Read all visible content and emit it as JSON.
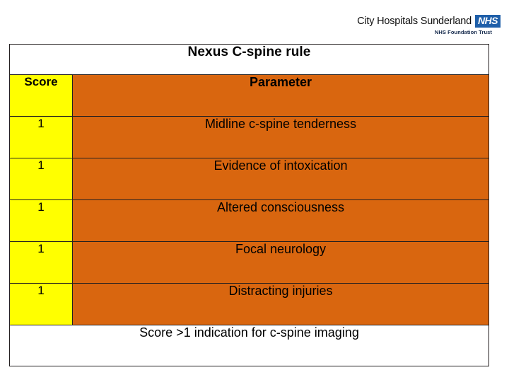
{
  "logo": {
    "trust_name": "City Hospitals Sunderland",
    "nhs_mark": "NHS",
    "subtitle": "NHS Foundation Trust",
    "nhs_blue": "#1f5fa9"
  },
  "table": {
    "title": "Nexus C-spine rule",
    "columns": [
      "Score",
      "Parameter"
    ],
    "rows": [
      {
        "score": "1",
        "parameter": "Midline c-spine tenderness"
      },
      {
        "score": "1",
        "parameter": "Evidence of intoxication"
      },
      {
        "score": "1",
        "parameter": "Altered consciousness"
      },
      {
        "score": "1",
        "parameter": "Focal neurology"
      },
      {
        "score": "1",
        "parameter": "Distracting injuries"
      }
    ],
    "footer": "Score >1 indication for c-spine imaging",
    "colors": {
      "score_cell": "#ffff00",
      "parameter_cell": "#d9660f",
      "title_cell": "#ffffff",
      "footer_cell": "#ffffff",
      "border": "#231f20"
    }
  }
}
